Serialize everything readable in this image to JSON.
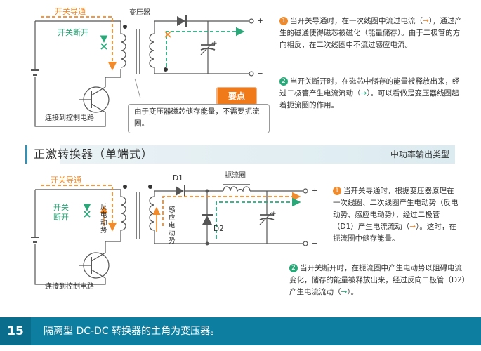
{
  "top": {
    "labels": {
      "switch_on": "开关导通",
      "switch_off": "开关断开",
      "transformer": "变压器",
      "control": "连接到控制电路",
      "plus": "+",
      "minus": "−"
    },
    "callout": "由于变压器磁芯储存能量，不需要扼流圈。",
    "keypoint": "要点",
    "para1": {
      "num": "1",
      "text_a": "当开关导通时，在一次线圈中流过电流（",
      "arrow": "→",
      "text_b": "），通过产生的磁通使得磁芯被磁化（能量储存）。由于二极管的方向相反，在二次线圈中不流过感应电流。"
    },
    "para2": {
      "num": "2",
      "text_a": "当开关断开时，在磁芯中储存的能量被释放出来，经过二极管产生电流流动（",
      "arrow": "→",
      "text_b": "）。可以看做是变压器线圈起着扼流圈的作用。"
    }
  },
  "section": {
    "title": "正激转换器（单端式）",
    "subtitle": "中功率输出类型"
  },
  "bottom": {
    "labels": {
      "switch_on": "开关导通",
      "switch_off_1": "开关",
      "switch_off_2": "断开",
      "back_emf": "反电动势",
      "induced_emf": "感应电动势",
      "d1": "D1",
      "d2": "D2",
      "choke": "扼流圈",
      "control": "连接到控制电路",
      "plus": "+",
      "minus": "−"
    },
    "para1": {
      "num": "1",
      "text_a": "当开关导通时，根据变压器原理在一次线圈、二次线圈产生电动势（反电动势、感应电动势），经过二极管（D1）产生电流流动（",
      "arrow": "→",
      "text_b": "）。这时，在扼流圈中储存能量。"
    },
    "para2": {
      "num": "2",
      "text_a": "当开关断开时，在扼流圈中产生电动势以阻碍电流变化，储存的能量被释放出来，经过反向二极管（D2）产生电流流动（",
      "arrow": "→",
      "text_b": "）。"
    }
  },
  "footer": {
    "page": "15",
    "text": "隔离型 DC-DC 转换器的主角为变压器。"
  },
  "colors": {
    "orange": "#f08a2a",
    "green": "#2aa87a",
    "footer": "#0e7ea0",
    "keypoint": "#f07a1a"
  }
}
